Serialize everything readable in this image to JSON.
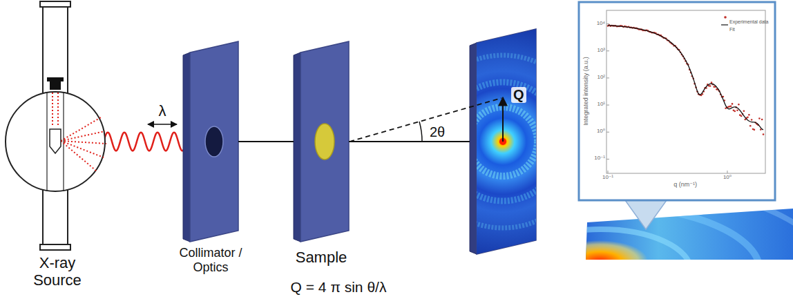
{
  "diagram": {
    "nodes": [
      {
        "text": [
          "X-ray Source"
        ]
      },
      {
        "text": [
          "Collimator / Optics"
        ]
      },
      {
        "text": [
          "Sample"
        ]
      },
      {
        "text": [
          "Q"
        ]
      }
    ],
    "edges": [
      {
        "from": 1,
        "to": 2,
        "arrow": "none"
      },
      {
        "from": 2,
        "to": 3,
        "arrow": "none"
      }
    ],
    "labels": [
      "λ",
      "2θ",
      "Q = 4 π sin θ/λ",
      "Integrated intensity (a.u.)",
      "q (nm⁻¹)",
      "10⁴",
      "10³",
      "10²",
      "10¹",
      "10⁰",
      "10⁻¹",
      "10⁻¹",
      "10⁰"
    ],
    "legend": [
      {
        "text": "Experimental data"
      },
      {
        "text": "Fit"
      }
    ]
  }
}
